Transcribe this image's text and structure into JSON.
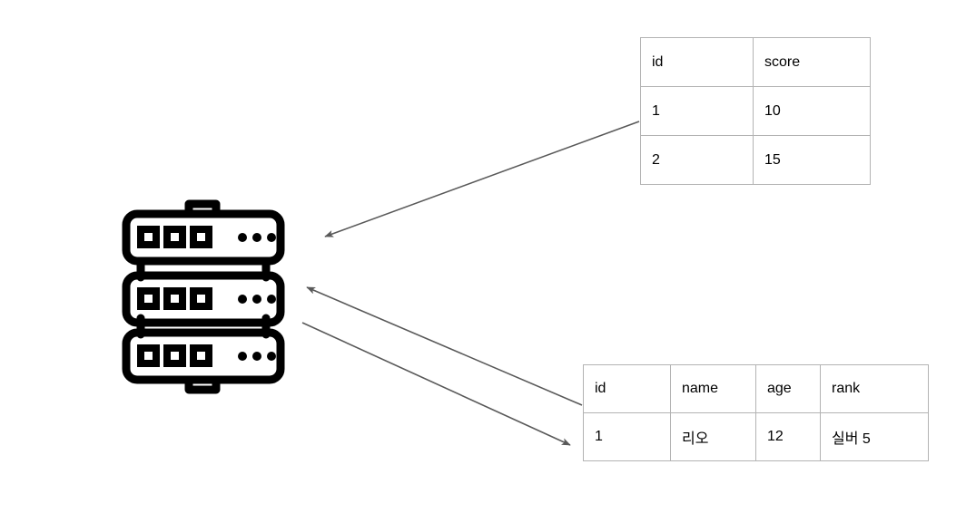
{
  "diagram": {
    "title": "",
    "background_color": "#ffffff",
    "table_border_color": "#b3b3b3",
    "arrow_color": "#595959",
    "icon_color": "#000000"
  },
  "server": {
    "label": "server-stack-icon",
    "units": 3,
    "indicator_squares_per_unit": 3,
    "dots_per_unit": 3
  },
  "tables": [
    {
      "name": "scores-table",
      "columns": [
        "id",
        "score"
      ],
      "rows": [
        [
          "1",
          "10"
        ],
        [
          "2",
          "15"
        ]
      ]
    },
    {
      "name": "users-table",
      "columns": [
        "id",
        "name",
        "age",
        "rank"
      ],
      "rows": [
        [
          "1",
          "리오",
          "12",
          "실버 5"
        ]
      ]
    }
  ],
  "arrows": [
    {
      "name": "scores-to-server-arrow",
      "direction": "to-server",
      "from": "scores-table",
      "to": "server-stack"
    },
    {
      "name": "users-to-server-arrow",
      "direction": "to-server",
      "from": "users-table",
      "to": "server-stack"
    },
    {
      "name": "server-to-users-arrow",
      "direction": "to-table",
      "from": "server-stack",
      "to": "users-table"
    }
  ]
}
